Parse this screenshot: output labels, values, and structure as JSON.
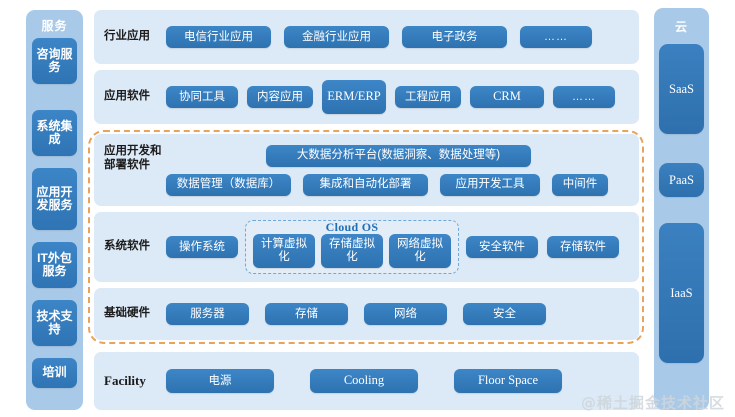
{
  "left_column": {
    "title": "服务",
    "items": [
      {
        "label": "咨询服务"
      },
      {
        "label": "系统集成"
      },
      {
        "label": "应用开发服务"
      },
      {
        "label": "IT外包服务"
      },
      {
        "label": "技术支持"
      },
      {
        "label": "培训"
      }
    ]
  },
  "right_column": {
    "title": "云",
    "items": [
      {
        "label": "SaaS"
      },
      {
        "label": "PaaS"
      },
      {
        "label": "IaaS"
      }
    ]
  },
  "rows": {
    "industry": {
      "label": "行业应用",
      "items": [
        "电信行业应用",
        "金融行业应用",
        "电子政务",
        "……"
      ]
    },
    "app_software": {
      "label": "应用软件",
      "items": [
        "协同工具",
        "内容应用",
        "ERM/ERP",
        "工程应用",
        "CRM",
        "……"
      ]
    },
    "dev_software": {
      "label": "应用开发和部署软件",
      "platform": "大数据分析平台(数据洞察、数据处理等)",
      "items": [
        "数据管理（数据库）",
        "集成和自动化部署",
        "应用开发工具",
        "中间件"
      ]
    },
    "system_software": {
      "label": "系统软件",
      "os": "操作系统",
      "cloud_os_title": "Cloud OS",
      "cloud_os_items": [
        "计算虚拟化",
        "存储虚拟化",
        "网络虚拟化"
      ],
      "trailing_items": [
        "安全软件",
        "存储软件"
      ]
    },
    "hardware": {
      "label": "基础硬件",
      "items": [
        "服务器",
        "存储",
        "网络",
        "安全"
      ]
    },
    "facility": {
      "label": "Facility",
      "items": [
        "电源",
        "Cooling",
        "Floor Space"
      ]
    }
  },
  "watermark": "@稀土掘金技术社区",
  "colors": {
    "pill_blue": "#3d86c7",
    "row_band": "#dce9f6",
    "side_column": "#a8c9e8",
    "cloud_os_border": "#6fa8d8",
    "cloud_os_text": "#1f6fb8",
    "orange_dashed": "#e8a35c"
  }
}
